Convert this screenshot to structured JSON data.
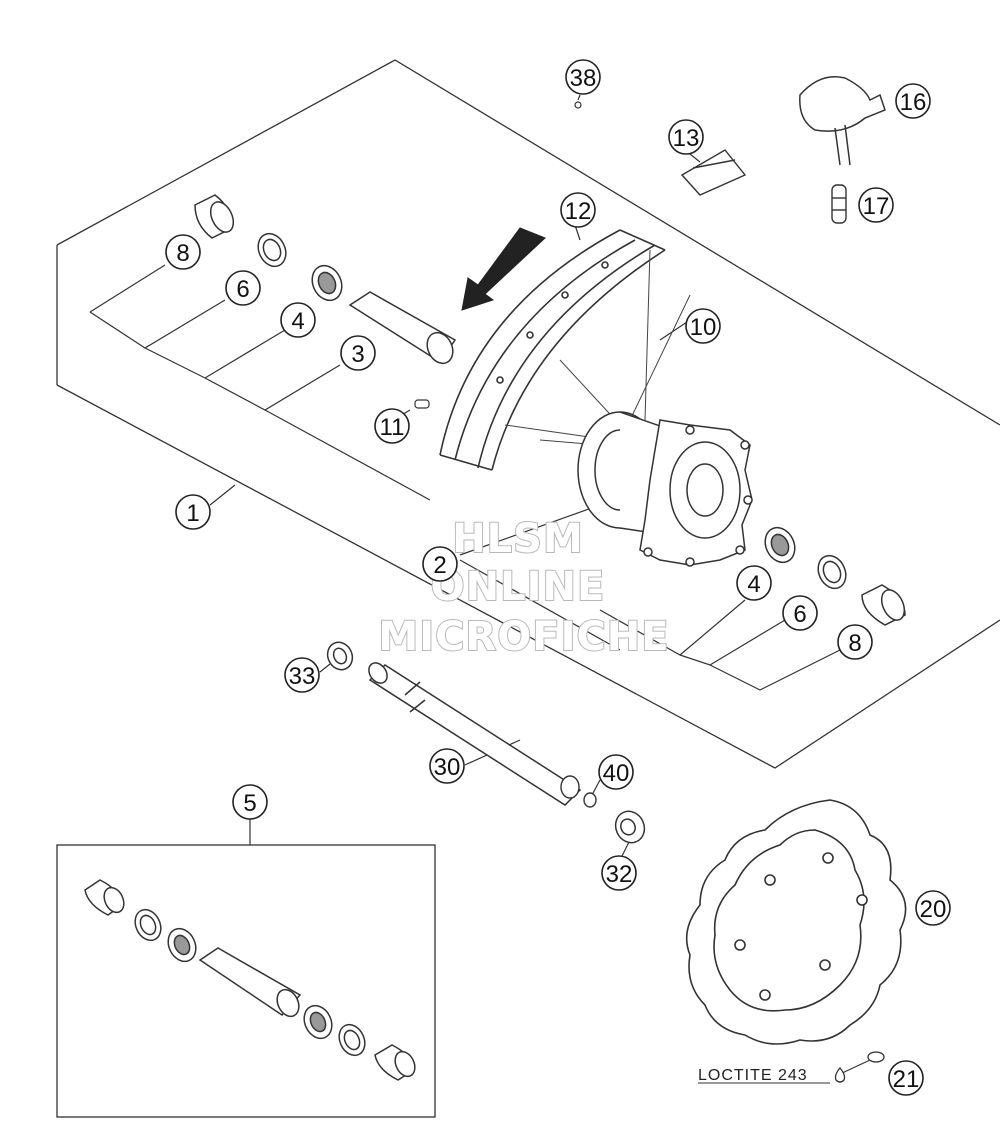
{
  "diagram": {
    "watermark": {
      "line1": "HLSM",
      "line2": "ONLINE",
      "line3": "MICROFICHE"
    },
    "note_loctite": "LOCTITE 243",
    "callouts": {
      "c1": "1",
      "c2": "2",
      "c3": "3",
      "c4a": "4",
      "c4b": "4",
      "c5": "5",
      "c6a": "6",
      "c6b": "6",
      "c8a": "8",
      "c8b": "8",
      "c10": "10",
      "c11": "11",
      "c12": "12",
      "c13": "13",
      "c16": "16",
      "c17": "17",
      "c20": "20",
      "c21": "21",
      "c30": "30",
      "c32": "32",
      "c33": "33",
      "c38": "38",
      "c40": "40"
    }
  }
}
